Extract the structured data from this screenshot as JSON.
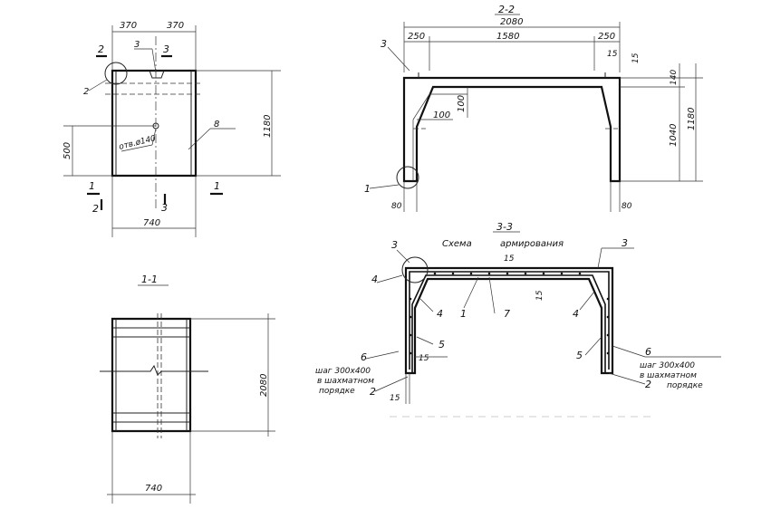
{
  "colors": {
    "ink": "#111111",
    "paper": "#ffffff"
  },
  "view_front": {
    "dim_370_left": "370",
    "dim_370_right": "370",
    "dim_740": "740",
    "dim_500": "500",
    "dim_1180": "1180",
    "hole_label": "отв.ø140",
    "cut_1": "1",
    "cut_2": "2",
    "cut_3": "3",
    "pos_2": "2",
    "pos_3": "3",
    "pos_8": "8"
  },
  "view_22": {
    "title": "2-2",
    "dim_2080": "2080",
    "dim_250_left": "250",
    "dim_1580": "1580",
    "dim_250_right": "250",
    "dim_15_top": "15",
    "dim_15_side": "15",
    "dim_140": "140",
    "dim_1040": "1040",
    "dim_1180": "1180",
    "dim_100_v": "100",
    "dim_100_h": "100",
    "dim_80_left": "80",
    "dim_80_right": "80",
    "pos_3": "3",
    "pos_1": "1"
  },
  "view_11": {
    "title": "1-1",
    "dim_2080": "2080",
    "dim_740": "740"
  },
  "view_33": {
    "title": "3-3",
    "subtitle_1": "Схема",
    "subtitle_2": "армирования",
    "dim_15_top": "15",
    "dim_15_mid": "15",
    "dim_15_left": "15",
    "dim_15_bottom": "15",
    "pos_3_left": "3",
    "pos_3_right": "3",
    "pos_4_left": "4",
    "pos_4_inner": "4",
    "pos_4_right": "4",
    "pos_1": "1",
    "pos_7": "7",
    "pos_5_left": "5",
    "pos_5_right": "5",
    "pos_6_left": "6",
    "pos_6_right": "6",
    "pos_2_left": "2",
    "pos_2_right": "2",
    "note_left_1": "шаг 300х400",
    "note_left_2": "в шахматном",
    "note_left_3": "порядке",
    "note_right_1": "шаг 300х400",
    "note_right_2": "в шахматном",
    "note_right_3": "порядке"
  }
}
